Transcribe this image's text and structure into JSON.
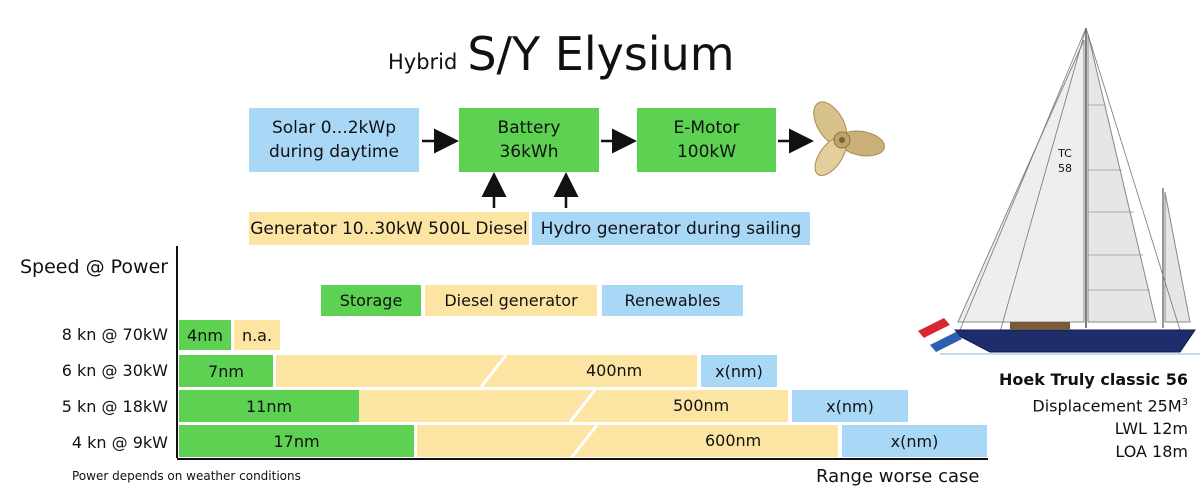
{
  "title": {
    "prefix": "Hybrid",
    "main": "S/Y Elysium"
  },
  "flow": {
    "solar": "Solar 0...2kWp\nduring daytime",
    "battery": "Battery\n36kWh",
    "motor": "E-Motor\n100kW",
    "generator": "Generator 10..30kW 500L Diesel",
    "hydro": "Hydro generator during sailing",
    "propeller_icon": "propeller-icon"
  },
  "chart": {
    "y_title": "Speed @ Power",
    "x_title": "Range worse case",
    "footnote": "Power depends on weather conditions",
    "legend": {
      "storage": "Storage",
      "diesel": "Diesel generator",
      "renewables": "Renewables"
    },
    "colors": {
      "storage": "#5cd152",
      "diesel": "#fce5a3",
      "renewables": "#a9d8f7"
    }
  },
  "chart_data": {
    "type": "bar",
    "orientation": "horizontal",
    "stacked": true,
    "categories": [
      "8 kn @ 70kW",
      "6 kn @ 30kW",
      "5 kn @ 18kW",
      "4 kn @ 9kW"
    ],
    "series": [
      {
        "name": "Storage",
        "labels": [
          "4nm",
          "7nm",
          "11nm",
          "17nm"
        ]
      },
      {
        "name": "Diesel generator",
        "labels": [
          "n.a.",
          "400nm",
          "500nm",
          "600nm"
        ]
      },
      {
        "name": "Renewables",
        "labels": [
          "",
          "x(nm)",
          "x(nm)",
          "x(nm)"
        ]
      }
    ],
    "xlabel": "Range worse case",
    "ylabel": "Speed @ Power"
  },
  "boat": {
    "sail_text": "TC\n58",
    "name": "Hoek Truly classic 56",
    "displacement": "Displacement 25M",
    "displacement_sup": "3",
    "lwl": "LWL 12m",
    "loa": "LOA 18m"
  }
}
